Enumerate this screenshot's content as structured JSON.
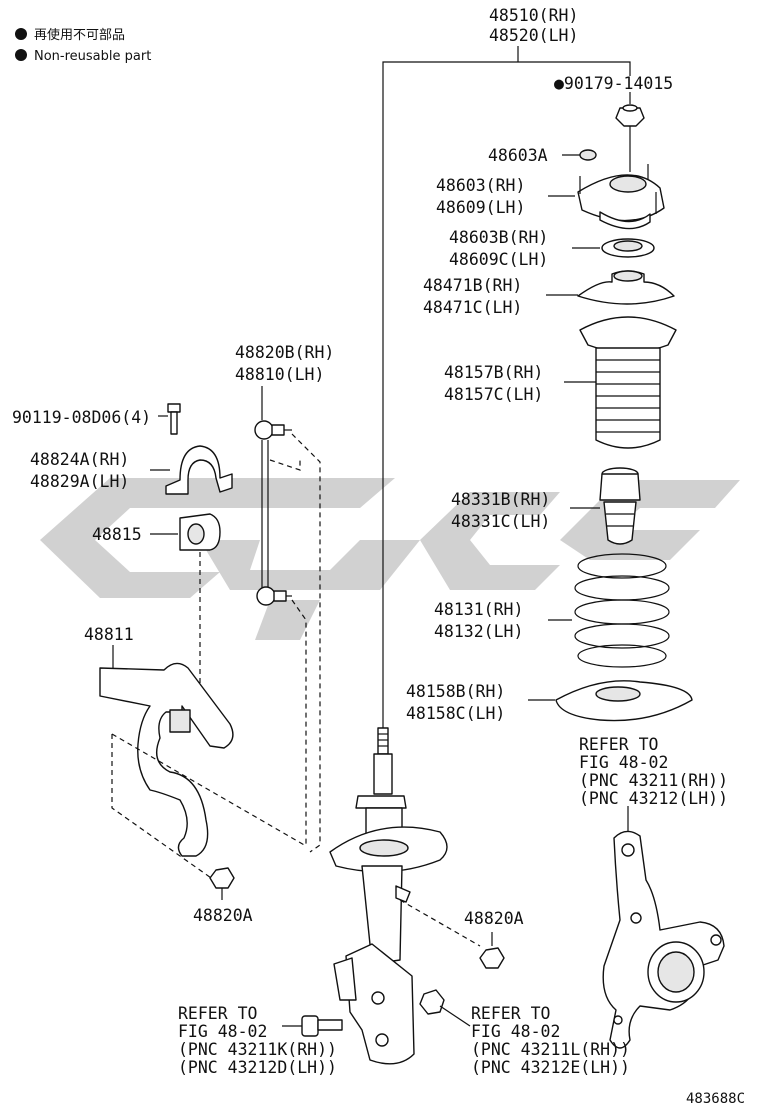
{
  "legend": {
    "bullet_glyph": "●",
    "line1": "再使用不可部品",
    "line2": "Non-reusable part"
  },
  "labels": {
    "strut_assy_rh": "48510(RH)",
    "strut_assy_lh": "48520(LH)",
    "nut_top": "●90179-14015",
    "cap_48603a": "48603A",
    "mount_rh": "48603(RH)",
    "mount_lh": "48609(LH)",
    "bearing_rh": "48603B(RH)",
    "bearing_lh": "48609C(LH)",
    "seat_upper_rh": "48471B(RH)",
    "seat_upper_lh": "48471C(LH)",
    "boot_rh": "48157B(RH)",
    "boot_lh": "48157C(LH)",
    "bumper_rh": "48331B(RH)",
    "bumper_lh": "48331C(LH)",
    "spring_rh": "48131(RH)",
    "spring_lh": "48132(LH)",
    "insulator_rh": "48158B(RH)",
    "insulator_lh": "48158C(LH)",
    "link_rh": "48820B(RH)",
    "link_lh": "48810(LH)",
    "bolt_90119": "90119-08D06(4)",
    "bracket_rh": "48824A(RH)",
    "bracket_lh": "48829A(LH)",
    "bushing": "48815",
    "stabilizer_bar": "48811",
    "nut_left": "48820A",
    "nut_right": "48820A",
    "refer_knuckle_1": "REFER TO",
    "refer_knuckle_2": "FIG 48-02",
    "refer_knuckle_3": "(PNC 43211(RH))",
    "refer_knuckle_4": "(PNC 43212(LH))",
    "refer_bolt_1": "REFER TO",
    "refer_bolt_2": "FIG 48-02",
    "refer_bolt_3": "(PNC 43211K(RH))",
    "refer_bolt_4": "(PNC 43212D(LH))",
    "refer_nut_1": "REFER TO",
    "refer_nut_2": "FIG 48-02",
    "refer_nut_3": "(PNC 43211L(RH))",
    "refer_nut_4": "(PNC 43212E(LH))",
    "figure_id": "483688C"
  },
  "colors": {
    "line": "#111111",
    "watermark": "#c9c9c9",
    "background": "#ffffff"
  }
}
